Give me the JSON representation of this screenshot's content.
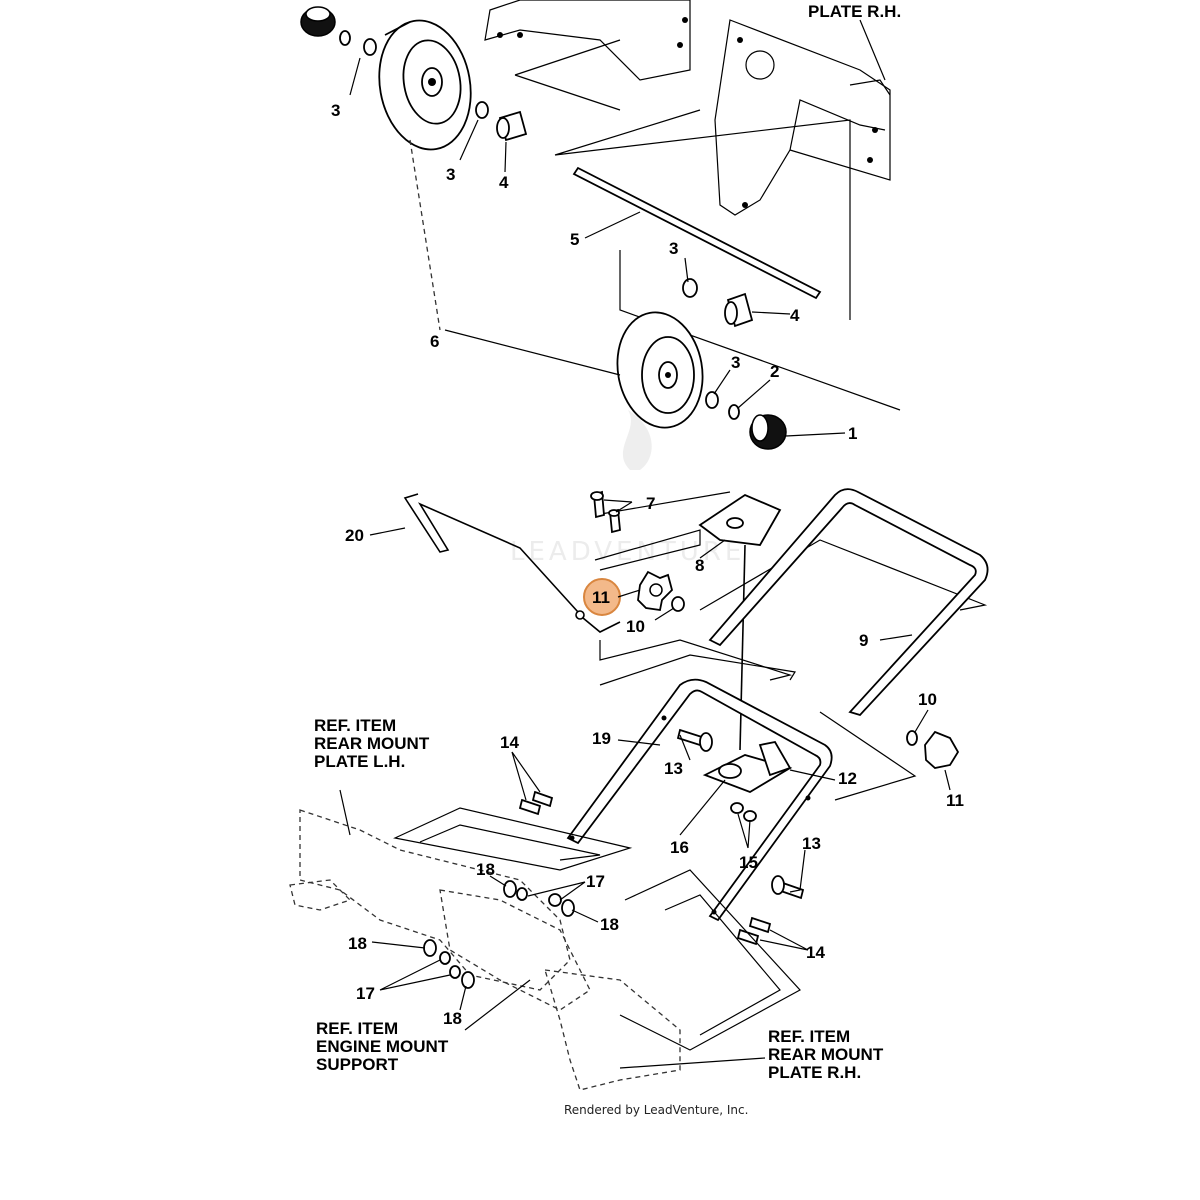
{
  "title_fragment": "PLATE R.H.",
  "callouts": {
    "c1": "1",
    "c2": "2",
    "c3a": "3",
    "c3b": "3",
    "c3c": "3",
    "c3d": "3",
    "c4a": "4",
    "c4b": "4",
    "c5": "5",
    "c6": "6",
    "c7": "7",
    "c8": "8",
    "c9": "9",
    "c10a": "10",
    "c10b": "10",
    "c11a": "11",
    "c11b": "11",
    "c12": "12",
    "c13a": "13",
    "c13b": "13",
    "c14a": "14",
    "c14b": "14",
    "c15": "15",
    "c16": "16",
    "c17a": "17",
    "c17b": "17",
    "c18a": "18",
    "c18b": "18",
    "c18c": "18",
    "c18d": "18",
    "c19": "19",
    "c20": "20"
  },
  "references": {
    "rear_lh": [
      "REF. ITEM",
      "REAR MOUNT",
      "PLATE L.H."
    ],
    "engine": [
      "REF. ITEM",
      "ENGINE MOUNT",
      "SUPPORT"
    ],
    "rear_rh": [
      "REF. ITEM",
      "REAR MOUNT",
      "PLATE R.H."
    ]
  },
  "highlight": {
    "callout": "11",
    "color": "#f3b98a"
  },
  "watermark": "LEADVENTURE",
  "credit": "Rendered by LeadVenture, Inc."
}
